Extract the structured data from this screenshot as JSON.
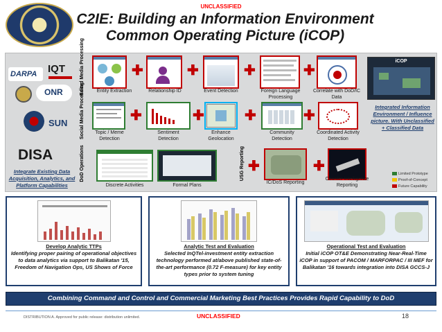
{
  "classification_top": "UNCLASSIFIED",
  "title_line1": "C2IE: Building an Information Environment",
  "title_line2": "Common Operating Picture (iCOP)",
  "orgs": {
    "darpa": "DARPA",
    "iqt": "IQT",
    "onr": "ONR",
    "sun": "SUN",
    "disa": "DISA"
  },
  "rows": {
    "edited_media": "Edited Media Processing",
    "social_media": "Social Media Processing",
    "dod_operations": "DoD Operations",
    "usg_reporting": "USG Reporting"
  },
  "capabilities": {
    "entity_extraction": "Entity Extraction",
    "relationship_id": "Relationship ID",
    "event_detection": "Event Detection",
    "foreign_language": "Foreign Language Processing",
    "correlate": "Correlate with DoD/IC Data",
    "topic_meme": "Topic / Meme Detection",
    "sentiment": "Sentiment Detection",
    "enhance_geo": "Enhance Geolocation",
    "community": "Community Detection",
    "coordinated": "Coordinated Activity Detection",
    "discrete": "Discrete Activities",
    "formal_plans": "Formal Plans",
    "ic_dos": "IC/DoS Reporting",
    "counter_intel": "Counter-Intelligence Reporting"
  },
  "icop": {
    "title": "iCOP",
    "description": "Integrated Information Environment / Influence picture. With Unclassified + Classified Data"
  },
  "integrate_text": "Integrate Existing Data Acquisition, Analytics, and Platform Capabilities",
  "legend": [
    {
      "label": "Limited Prototype",
      "color": "#2e7d32"
    },
    {
      "label": "Proof-of-Concept",
      "color": "#f2c200"
    },
    {
      "label": "Future Capability",
      "color": "#c00000"
    }
  ],
  "panels": {
    "left": {
      "title": "Develop Analytic TTPs",
      "text": "Identifying proper pairing of operational objectives to data analytics via support to Balikatan '15, Freedom of Navigation Ops, US Shows of Force"
    },
    "center": {
      "title": "Analytic Test and Evaluation",
      "text": "Selected InQTel-investment entity extraction technology performed at/above published state-of-the-art performance (0.72 F-measure) for key entity types prior to system tuning"
    },
    "right": {
      "title": "Operational Test and Evaluation",
      "text": "Initial iCOP OT&E Demonstrating Near-Real-Time iCOP in support of PACOM / MARFORPAC / III MEF for Balikatan '16 towards integration into DISA GCCS-J"
    }
  },
  "banner": "Combining Command and Control and Commercial Marketing Best Practices Provides Rapid Capability to DoD",
  "footer": {
    "distribution": "DISTRIBUTION A. Approved for public release: distribution unlimited.",
    "classification_bottom": "UNCLASSIFIED",
    "page_number": "18"
  },
  "colors": {
    "navy": "#1f3e6e",
    "plus_red": "#c00000",
    "box_cyan": "#00b0f0",
    "box_red": "#c00000",
    "box_green": "#2e7d32"
  }
}
